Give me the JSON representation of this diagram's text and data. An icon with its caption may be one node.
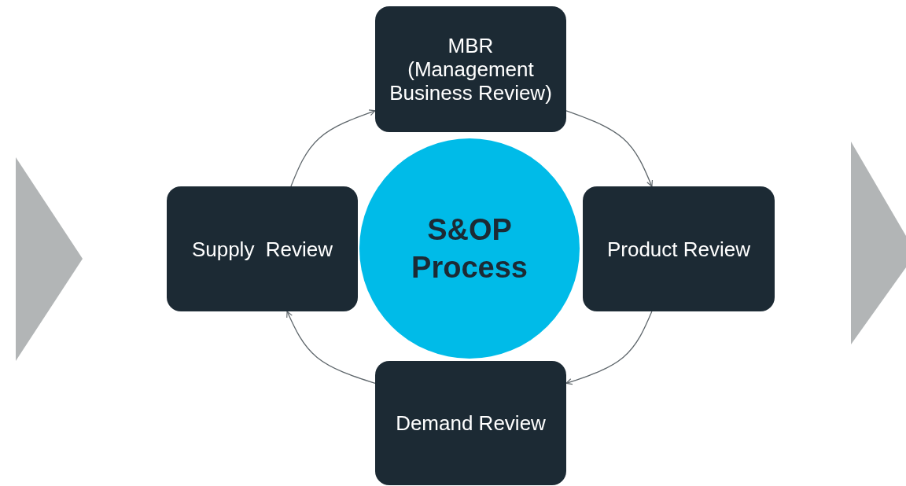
{
  "diagram": {
    "nodes": [
      {
        "text": [
          "S&OP Process"
        ]
      },
      {
        "text": [
          "MBR (Management Business Review)"
        ]
      },
      {
        "text": [
          "Product Review"
        ]
      },
      {
        "text": [
          "Demand Review"
        ]
      },
      {
        "text": [
          "Supply  Review"
        ]
      },
      {
        "text": [],
        "shape": "chevron"
      },
      {
        "text": [],
        "shape": "chevron"
      }
    ],
    "edges": [
      {
        "from": 4,
        "to": 1,
        "arrow": "to"
      },
      {
        "from": 1,
        "to": 2,
        "arrow": "to"
      },
      {
        "from": 2,
        "to": 3,
        "arrow": "to"
      },
      {
        "from": 3,
        "to": 4,
        "arrow": "to"
      }
    ]
  }
}
